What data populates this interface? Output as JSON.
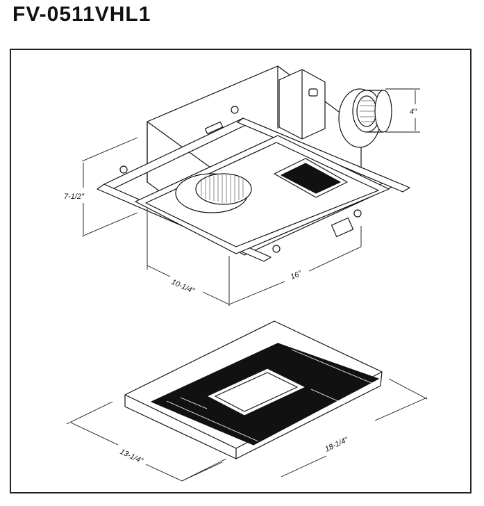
{
  "title": "FV-0511VHL1",
  "dimensions": {
    "duct": "4″",
    "height": "7-1/2″",
    "housing_width": "10-1/4″",
    "housing_length": "16″",
    "grille_width": "13-1/4″",
    "grille_length": "18-1/4″"
  },
  "icons": [
    "fan-housing-drawing",
    "grille-drawing"
  ]
}
